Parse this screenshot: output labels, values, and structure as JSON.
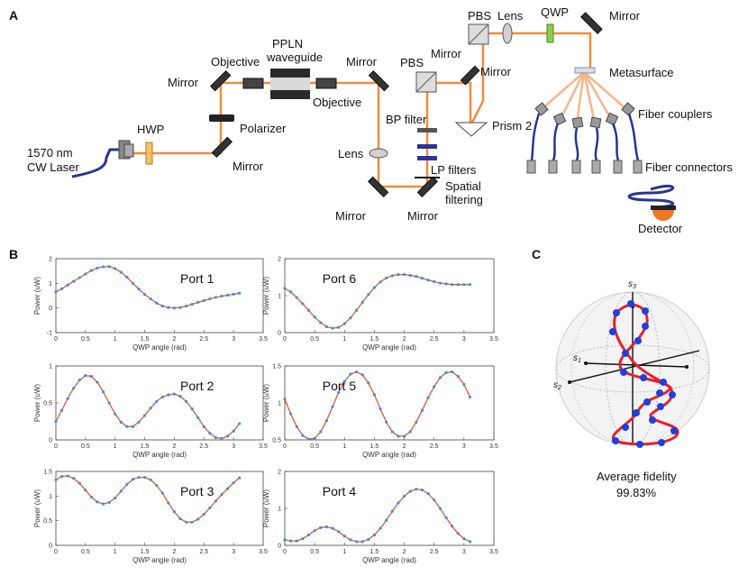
{
  "panels": {
    "a": "A",
    "b": "B",
    "c": "C"
  },
  "setup_labels": {
    "laser_line1": "1570 nm",
    "laser_line2": "CW Laser",
    "hwp": "HWP",
    "mirror": "Mirror",
    "polarizer": "Polarizer",
    "objective": "Objective",
    "ppln_line1": "PPLN",
    "ppln_line2": "waveguide",
    "pbs": "PBS",
    "bp_filter": "BP filter",
    "lens": "Lens",
    "lp_filters": "LP filters",
    "spatial_line1": "Spatial",
    "spatial_line2": "filtering",
    "prism2": "Prism 2",
    "qwp": "QWP",
    "metasurface": "Metasurface",
    "fiber_couplers": "Fiber couplers",
    "fiber_connectors": "Fiber connectors",
    "detector": "Detector"
  },
  "chart_data": [
    {
      "type": "line",
      "port_label": "Port 1",
      "xlabel": "QWP angle (rad)",
      "ylabel": "Power (uW)",
      "xlim": [
        0,
        3.5
      ],
      "ylim": [
        -1,
        2
      ],
      "xticks": [
        "0",
        "0.5",
        "1",
        "1.5",
        "2",
        "2.5",
        "3",
        "3.5"
      ],
      "yticks": [
        "-1",
        "0",
        "1",
        "2"
      ],
      "x": [
        0.0,
        0.1,
        0.2,
        0.3,
        0.4,
        0.5,
        0.6,
        0.7,
        0.8,
        0.9,
        1.0,
        1.1,
        1.2,
        1.3,
        1.4,
        1.5,
        1.6,
        1.7,
        1.8,
        1.9,
        2.0,
        2.1,
        2.2,
        2.3,
        2.4,
        2.5,
        2.6,
        2.7,
        2.8,
        2.9,
        3.0,
        3.1
      ],
      "y": [
        0.65,
        0.78,
        0.93,
        1.08,
        1.23,
        1.38,
        1.52,
        1.62,
        1.67,
        1.68,
        1.6,
        1.45,
        1.25,
        1.0,
        0.77,
        0.55,
        0.37,
        0.2,
        0.08,
        0.02,
        0.0,
        0.02,
        0.08,
        0.15,
        0.23,
        0.3,
        0.37,
        0.43,
        0.48,
        0.52,
        0.56,
        0.6
      ]
    },
    {
      "type": "line",
      "port_label": "Port 6",
      "xlabel": "QWP angle (rad)",
      "ylabel": "Power (uW)",
      "xlim": [
        0,
        3.5
      ],
      "ylim": [
        0,
        2
      ],
      "xticks": [
        "0",
        "0.5",
        "1",
        "1.5",
        "2",
        "2.5",
        "3",
        "3.5"
      ],
      "yticks": [
        "0",
        "1",
        "2"
      ],
      "x": [
        0.0,
        0.1,
        0.2,
        0.3,
        0.4,
        0.5,
        0.6,
        0.7,
        0.8,
        0.9,
        1.0,
        1.1,
        1.2,
        1.3,
        1.4,
        1.5,
        1.6,
        1.7,
        1.8,
        1.9,
        2.0,
        2.1,
        2.2,
        2.3,
        2.4,
        2.5,
        2.6,
        2.7,
        2.8,
        2.9,
        3.0,
        3.1
      ],
      "y": [
        1.2,
        1.1,
        0.95,
        0.78,
        0.6,
        0.42,
        0.27,
        0.16,
        0.12,
        0.14,
        0.24,
        0.4,
        0.6,
        0.82,
        1.03,
        1.22,
        1.37,
        1.48,
        1.54,
        1.57,
        1.57,
        1.55,
        1.52,
        1.47,
        1.42,
        1.38,
        1.34,
        1.32,
        1.3,
        1.3,
        1.3,
        1.3
      ]
    },
    {
      "type": "line",
      "port_label": "Port 2",
      "xlabel": "QWP angle (rad)",
      "ylabel": "Power (uW)",
      "xlim": [
        0,
        3.5
      ],
      "ylim": [
        0,
        1
      ],
      "xticks": [
        "0",
        "0.5",
        "1",
        "1.5",
        "2",
        "2.5",
        "3",
        "3.5"
      ],
      "yticks": [
        "0",
        "0.5",
        "1"
      ],
      "x": [
        0.0,
        0.1,
        0.2,
        0.3,
        0.4,
        0.5,
        0.6,
        0.7,
        0.8,
        0.9,
        1.0,
        1.1,
        1.2,
        1.3,
        1.4,
        1.5,
        1.6,
        1.7,
        1.8,
        1.9,
        2.0,
        2.1,
        2.2,
        2.3,
        2.4,
        2.5,
        2.6,
        2.7,
        2.8,
        2.9,
        3.0,
        3.1
      ],
      "y": [
        0.25,
        0.4,
        0.56,
        0.7,
        0.81,
        0.87,
        0.86,
        0.78,
        0.65,
        0.5,
        0.35,
        0.24,
        0.18,
        0.18,
        0.24,
        0.33,
        0.43,
        0.52,
        0.58,
        0.61,
        0.62,
        0.59,
        0.52,
        0.42,
        0.3,
        0.18,
        0.09,
        0.03,
        0.02,
        0.05,
        0.12,
        0.22
      ]
    },
    {
      "type": "line",
      "port_label": "Port 5",
      "xlabel": "QWP angle (rad)",
      "ylabel": "Power (uW)",
      "xlim": [
        0,
        3.5
      ],
      "ylim": [
        0.5,
        1.5
      ],
      "xticks": [
        "0",
        "0.5",
        "1",
        "1.5",
        "2",
        "2.5",
        "3",
        "3.5"
      ],
      "yticks": [
        "0.5",
        "1",
        "1.5"
      ],
      "x": [
        0.0,
        0.1,
        0.2,
        0.3,
        0.4,
        0.5,
        0.6,
        0.7,
        0.8,
        0.9,
        1.0,
        1.1,
        1.2,
        1.3,
        1.4,
        1.5,
        1.6,
        1.7,
        1.8,
        1.9,
        2.0,
        2.1,
        2.2,
        2.3,
        2.4,
        2.5,
        2.6,
        2.7,
        2.8,
        2.9,
        3.0,
        3.1
      ],
      "y": [
        1.05,
        0.85,
        0.68,
        0.56,
        0.51,
        0.52,
        0.61,
        0.76,
        0.95,
        1.14,
        1.29,
        1.39,
        1.42,
        1.38,
        1.27,
        1.11,
        0.92,
        0.74,
        0.61,
        0.55,
        0.55,
        0.61,
        0.74,
        0.9,
        1.07,
        1.22,
        1.34,
        1.41,
        1.42,
        1.36,
        1.25,
        1.08
      ]
    },
    {
      "type": "line",
      "port_label": "Port 3",
      "xlabel": "QWP angle (rad)",
      "ylabel": "Power (uW)",
      "xlim": [
        0,
        3.5
      ],
      "ylim": [
        0,
        1.5
      ],
      "xticks": [
        "0",
        "0.5",
        "1",
        "1.5",
        "2",
        "2.5",
        "3",
        "3.5"
      ],
      "yticks": [
        "0",
        "0.5",
        "1",
        "1.5"
      ],
      "x": [
        0.0,
        0.1,
        0.2,
        0.3,
        0.4,
        0.5,
        0.6,
        0.7,
        0.8,
        0.9,
        1.0,
        1.1,
        1.2,
        1.3,
        1.4,
        1.5,
        1.6,
        1.7,
        1.8,
        1.9,
        2.0,
        2.1,
        2.2,
        2.3,
        2.4,
        2.5,
        2.6,
        2.7,
        2.8,
        2.9,
        3.0,
        3.1
      ],
      "y": [
        1.33,
        1.4,
        1.41,
        1.36,
        1.26,
        1.12,
        0.98,
        0.88,
        0.84,
        0.87,
        0.96,
        1.1,
        1.24,
        1.34,
        1.38,
        1.38,
        1.33,
        1.22,
        1.06,
        0.86,
        0.68,
        0.54,
        0.47,
        0.47,
        0.53,
        0.63,
        0.76,
        0.9,
        1.03,
        1.15,
        1.27,
        1.37
      ]
    },
    {
      "type": "line",
      "port_label": "Port 4",
      "xlabel": "QWP angle (rad)",
      "ylabel": "Power (uW)",
      "xlim": [
        0,
        3.5
      ],
      "ylim": [
        0,
        2
      ],
      "xticks": [
        "0",
        "0.5",
        "1",
        "1.5",
        "2",
        "2.5",
        "3",
        "3.5"
      ],
      "yticks": [
        "0",
        "1",
        "2"
      ],
      "x": [
        0.0,
        0.1,
        0.2,
        0.3,
        0.4,
        0.5,
        0.6,
        0.7,
        0.8,
        0.9,
        1.0,
        1.1,
        1.2,
        1.3,
        1.4,
        1.5,
        1.6,
        1.7,
        1.8,
        1.9,
        2.0,
        2.1,
        2.2,
        2.3,
        2.4,
        2.5,
        2.6,
        2.7,
        2.8,
        2.9,
        3.0,
        3.1
      ],
      "y": [
        0.15,
        0.12,
        0.12,
        0.18,
        0.28,
        0.4,
        0.48,
        0.5,
        0.46,
        0.37,
        0.25,
        0.15,
        0.1,
        0.1,
        0.16,
        0.28,
        0.46,
        0.68,
        0.92,
        1.15,
        1.33,
        1.46,
        1.52,
        1.5,
        1.4,
        1.23,
        1.0,
        0.75,
        0.52,
        0.32,
        0.18,
        0.1
      ]
    }
  ],
  "sphere": {
    "s1": "s",
    "s1_sub": "1",
    "s2": "s",
    "s2_sub": "2",
    "s3": "s",
    "s3_sub": "3",
    "fidelity_label": "Average fidelity",
    "fidelity_value": "99.83%"
  },
  "colors": {
    "beam": "#f28a3c",
    "fit_line": "#e8572a",
    "data_points": "#3f8fd6",
    "trajectory": "#e8202a",
    "sphere_points": "#1f3fe0",
    "detector": "#f07820",
    "fiber": "#2a3590"
  }
}
